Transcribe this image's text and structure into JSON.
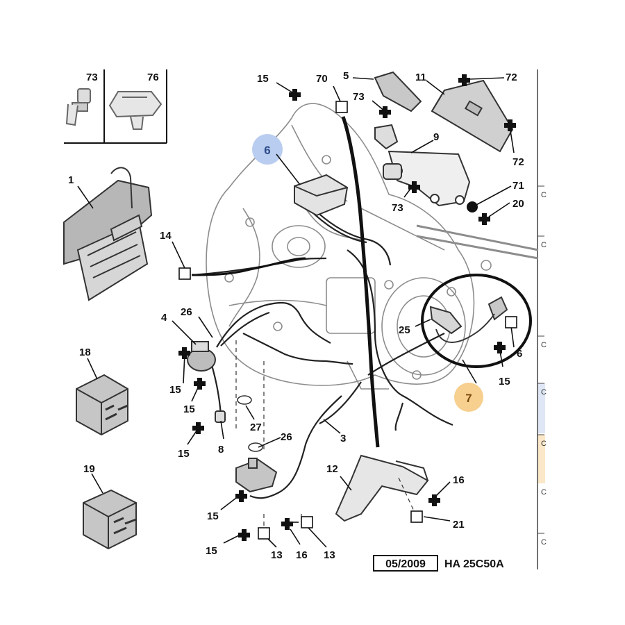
{
  "colors": {
    "badge_blue": "#b9cdf0",
    "badge_orange": "#f7cf8e",
    "line": "#111111",
    "sketch": "#8a8a8a",
    "side_blue": "#dfe6f5",
    "side_orange": "#fbe8c8"
  },
  "inset_labels": {
    "left": "73",
    "right": "76"
  },
  "badges": {
    "blue": "6",
    "orange": "7"
  },
  "labels": {
    "l1": "1",
    "l3": "3",
    "l4": "4",
    "l5": "5",
    "l6b": "6",
    "l8": "8",
    "l9": "9",
    "l11": "11",
    "l12": "12",
    "l13a": "13",
    "l13b": "13",
    "l14": "14",
    "l15a": "15",
    "l15b": "15",
    "l15c": "15",
    "l15d": "15",
    "l15e": "15",
    "l15f": "15",
    "l15g": "15",
    "l16a": "16",
    "l16b": "16",
    "l18": "18",
    "l19": "19",
    "l20": "20",
    "l21": "21",
    "l25": "25",
    "l26a": "26",
    "l26b": "26",
    "l27": "27",
    "l70": "70",
    "l71": "71",
    "l72a": "72",
    "l72b": "72",
    "l73a": "73",
    "l73b": "73"
  },
  "side_ticks": [
    "C",
    "C",
    "C",
    "C",
    "C",
    "C",
    "C"
  ],
  "footer": {
    "date": "05/2009",
    "ref": "HA 25C50A"
  }
}
